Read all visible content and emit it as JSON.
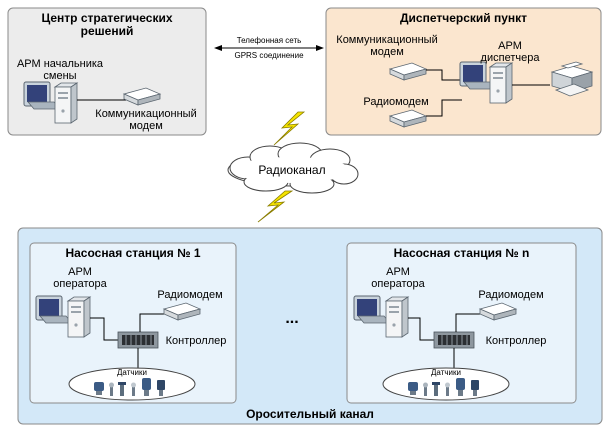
{
  "center": {
    "title_line1": "Центр стратегических",
    "title_line2": "решений",
    "arm_line1": "АРМ начальника",
    "arm_line2": "смены",
    "modem_line1": "Коммуникационный",
    "modem_line2": "модем"
  },
  "dispatch": {
    "title": "Диспетчерский пункт",
    "modem_line1": "Коммуникационный",
    "modem_line2": "модем",
    "arm_line1": "АРМ",
    "arm_line2": "диспетчера",
    "radiomodem": "Радиомодем"
  },
  "link": {
    "line1": "Телефонная сеть",
    "line2": "GPRS соединение"
  },
  "radio_channel": "Радиоканал",
  "canal": {
    "title": "Оросительный канал",
    "ellipsis": "...",
    "stations": [
      {
        "title": "Насосная станция № 1",
        "arm_line1": "АРМ",
        "arm_line2": "оператора",
        "radiomodem": "Радиомодем",
        "controller": "Контроллер",
        "sensors": "Датчики"
      },
      {
        "title": "Насосная станция № n",
        "arm_line1": "АРМ",
        "arm_line2": "оператора",
        "radiomodem": "Радиомодем",
        "controller": "Контроллер",
        "sensors": "Датчики"
      }
    ]
  },
  "colors": {
    "center_fill": "#ececec",
    "dispatch_fill": "#fbe6cf",
    "canal_fill": "#d3e8f8",
    "station_fill": "#e9f3fb",
    "border": "#8a8a8a",
    "lightning": "#f5e400"
  }
}
